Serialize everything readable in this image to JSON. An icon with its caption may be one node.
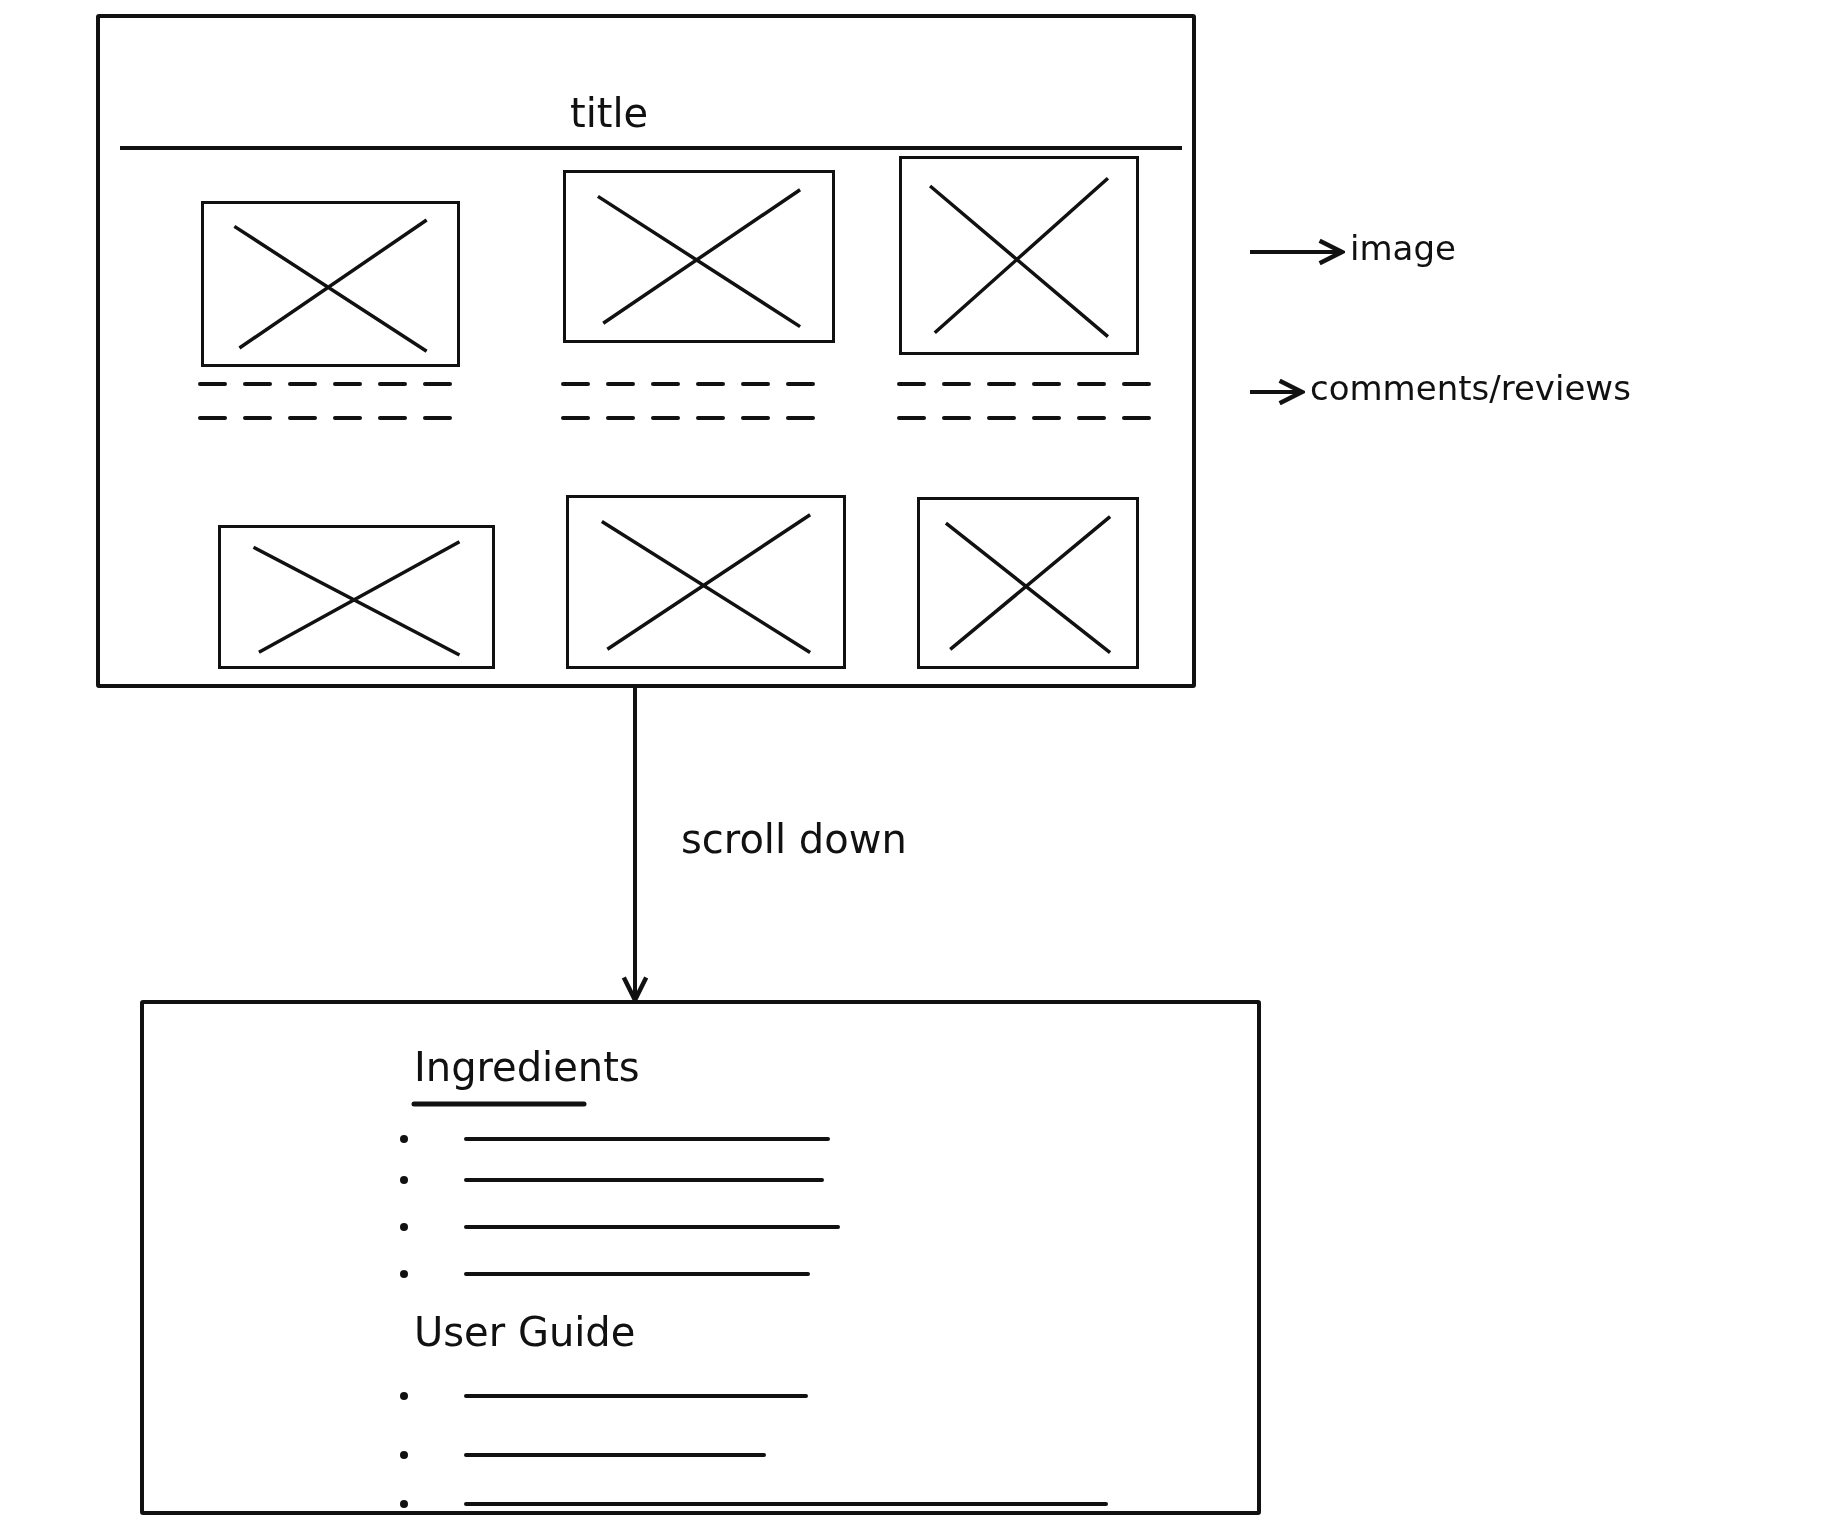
{
  "diagram": {
    "nodes": [
      {
        "text": [
          "title"
        ]
      },
      {
        "text": [],
        "shape": "box",
        "in": 0
      },
      {
        "text": [],
        "shape": "box",
        "in": 0
      },
      {
        "text": [],
        "shape": "box",
        "in": 0
      },
      {
        "text": [],
        "shape": "box",
        "in": 0
      },
      {
        "text": [],
        "shape": "box",
        "in": 0
      },
      {
        "text": [],
        "shape": "box",
        "in": 0
      },
      {
        "text": [
          "image"
        ]
      },
      {
        "text": [
          "comments/reviews"
        ]
      },
      {
        "text": [
          "Ingredients",
          "User Guide"
        ]
      }
    ],
    "edges": [
      {
        "from": null,
        "to": 7,
        "arrow": "to"
      },
      {
        "from": null,
        "to": 8,
        "arrow": "to"
      },
      {
        "from": 0,
        "to": 9,
        "arrow": "to",
        "label": "scroll down"
      }
    ]
  }
}
